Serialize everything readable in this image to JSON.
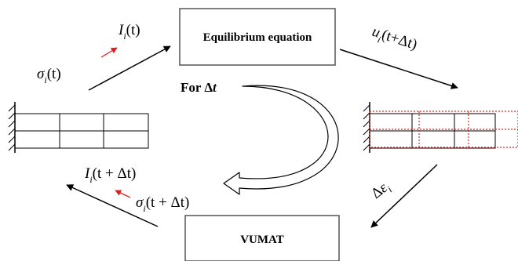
{
  "boxes": {
    "equilibrium": "Equilibrium equation",
    "vumat": "VUMAT"
  },
  "loop_label": {
    "prefix": "For ",
    "delta": "Δ",
    "var": "t"
  },
  "labels": {
    "I_t": {
      "sym": "I",
      "sub": "i",
      "arg": "(t)"
    },
    "sigma_t": {
      "sym": "σ",
      "sub": "i",
      "arg": "(t)"
    },
    "u_tdt": {
      "sym": "u",
      "sub": "i",
      "arg": "(t+Δt)"
    },
    "deps": {
      "delta": "Δ",
      "sym": "ε",
      "sub": "i"
    },
    "I_tdt": {
      "sym": "I",
      "sub": "i",
      "arg": "(t + Δt)"
    },
    "sigma_tdt": {
      "sym": "σ",
      "sub": "i",
      "arg": "(t + Δt)"
    }
  },
  "colors": {
    "line": "#000000",
    "accent": "#e02020",
    "box_border": "#555555"
  }
}
